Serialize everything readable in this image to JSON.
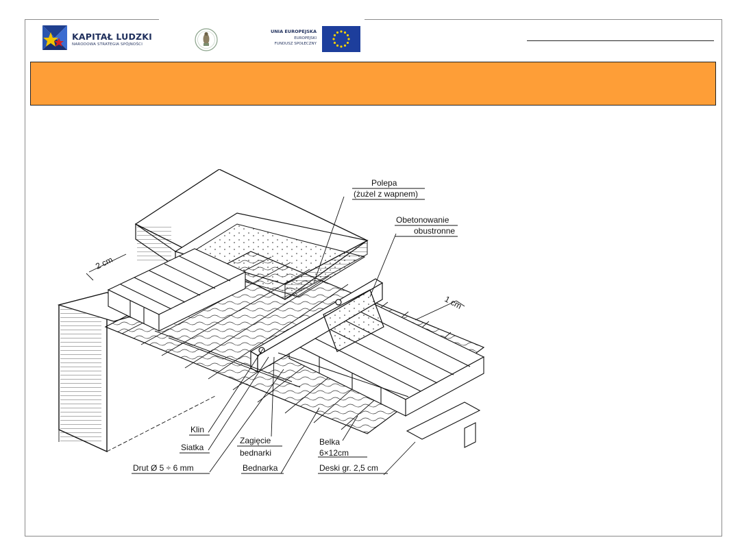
{
  "header": {
    "kapital_title": "KAPITAŁ LUDZKI",
    "kapital_subtitle": "NARODOWA STRATEGIA SPÓJNOŚCI",
    "ue_line1": "UNIA EUROPEJSKA",
    "ue_line2": "EUROPEJSKI",
    "ue_line3": "FUNDUSZ SPOŁECZNY"
  },
  "banner": {
    "text": ""
  },
  "diagram": {
    "labels": {
      "polepa": "Polepa",
      "polepa_sub": "(żużel z wapnem)",
      "obetonowanie": "Obetonowanie",
      "obetonowanie_sub": "obustronne",
      "dim_2cm": "2 cm",
      "dim_1cm": "1 cm",
      "klin": "Klin",
      "siatka": "Siatka",
      "drut": "Drut Ø 5 ÷ 6 mm",
      "zagiecie": "Zagięcie",
      "zagiecie_sub": "bednarki",
      "bednarka": "Bednarka",
      "belka": "Belka",
      "belka_sub": "6×12cm",
      "deski": "Deski gr. 2,5 cm"
    }
  }
}
